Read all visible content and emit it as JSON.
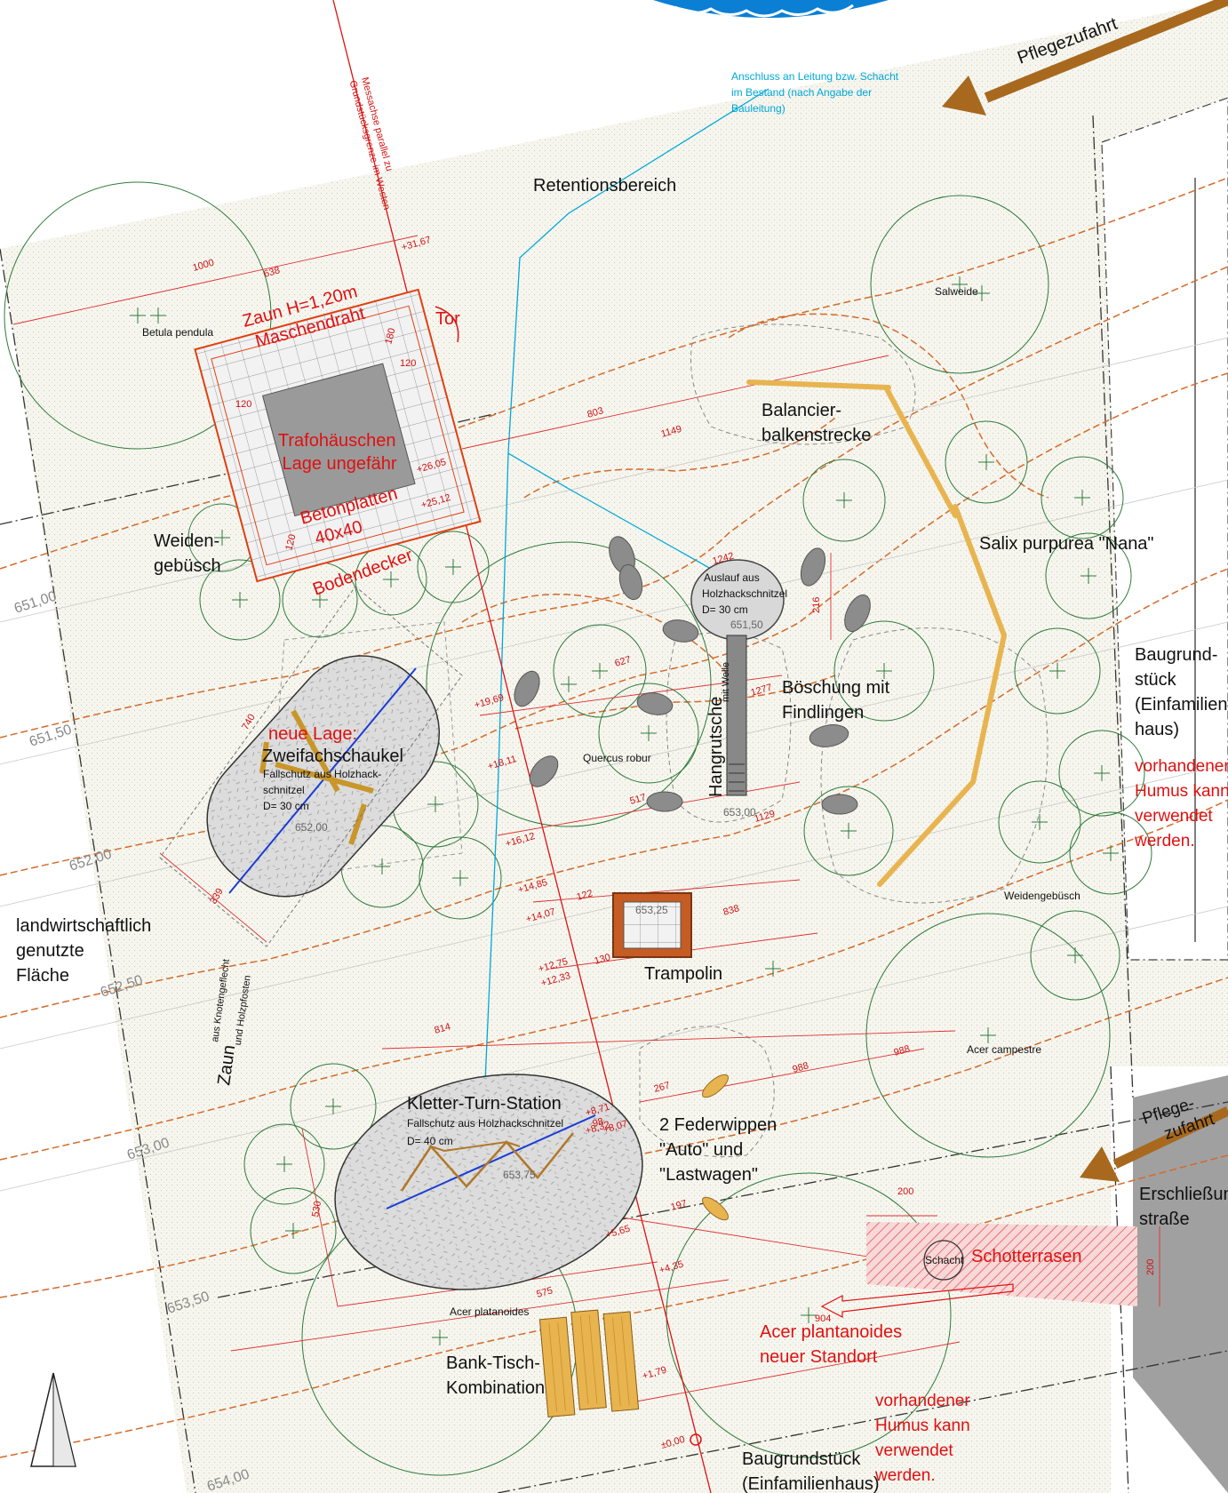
{
  "top_labels": {
    "pflegezufahrt_top": "Pflegezufahrt",
    "anschluss": [
      "Anschluss an Leitung bzw. Schacht",
      "im Bestand (nach Angabe der",
      "Bauleitung)"
    ],
    "messachse": [
      "Messachse parallel zu",
      "Grundstücksgrenze im Westen"
    ],
    "retention": "Retentionsbereich"
  },
  "trafo": {
    "zaun": [
      "Zaun H=1,20m",
      "Maschendraht"
    ],
    "tor": "Tor",
    "haus": [
      "Trafohäuschen",
      "Lage ungefähr"
    ],
    "platten": [
      "Betonplatten",
      "40x40"
    ],
    "bodendecker": "Bodendecker",
    "dims": [
      "180",
      "120",
      "120",
      "120"
    ]
  },
  "trees": {
    "betula": "Betula pendula",
    "salweide": "Salweide",
    "quercus": "Quercus robur",
    "acer_campestre": "Acer campestre",
    "acer_platanoides": "Acer platanoides",
    "weidengebuesch_right": "Weidengebüsch",
    "weidengebuesch_left": [
      "Weiden-",
      "gebüsch"
    ],
    "salix": "Salix purpurea \"Nana\""
  },
  "play": {
    "balancier": [
      "Balancier-",
      "balkenstrecke"
    ],
    "auslauf": [
      "Auslauf aus",
      "Holzhackschnitzel",
      "D= 30 cm"
    ],
    "auslauf_level": "651,50",
    "hangrutsche": "Hangrutsche",
    "hangrutsche_sub": "mit Welle",
    "hangrutsche_level": "653,00",
    "boeschung": [
      "Böschung mit",
      "Findlingen"
    ],
    "neue_lage": "neue Lage:",
    "schaukel": "Zweifachschaukel",
    "schaukel_sub": [
      "Fallschutz aus Holzhack-",
      "schnitzel",
      "D= 30 cm"
    ],
    "schaukel_level": "652,00",
    "trampolin": "Trampolin",
    "trampolin_level": "653,25",
    "kletter": "Kletter-Turn-Station",
    "kletter_sub": [
      "Fallschutz aus Holzhackschnitzel",
      "D= 40 cm"
    ],
    "kletter_level": "653,75",
    "federwippen": [
      "2 Federwippen",
      "\"Auto\" und",
      "\"Lastwagen\""
    ],
    "bank": [
      "Bank-Tisch-",
      "Kombination"
    ]
  },
  "right_side": {
    "baugrund_top": [
      "Baugrund-",
      "stück",
      "(Einfamilien-",
      "haus)"
    ],
    "humus_top": [
      "vorhandener",
      "Humus kann",
      "verwendet",
      "werden."
    ],
    "pflegezufahrt_bottom": [
      "Pflege-",
      "zufahrt"
    ],
    "erschliessung": [
      "Erschließung",
      "straße"
    ],
    "schacht": "Schacht",
    "schotterrasen": "Schotterrasen",
    "acer_new": [
      "Acer plantanoides",
      "neuer Standort"
    ],
    "dim200a": "200",
    "dim200b": "200"
  },
  "bottom": {
    "humus": [
      "vorhandener",
      "Humus kann",
      "verwendet",
      "werden."
    ],
    "baugrund": [
      "Baugrundstück",
      "(Einfamilienhaus)"
    ]
  },
  "left_side": {
    "landwirtschaft": [
      "landwirtschaftlich",
      "genutzte",
      "Fläche"
    ],
    "zaun": "Zaun",
    "zaun_sub": [
      "aus Knotengeflecht",
      "und Holzpfosten"
    ]
  },
  "contours": [
    "651,00",
    "651,50",
    "652,00",
    "652,50",
    "653,00",
    "653,50",
    "654,00"
  ],
  "measures": {
    "distances": [
      "1000",
      "638",
      "803",
      "1149",
      "1242",
      "216",
      "627",
      "1277",
      "517",
      "1129",
      "740",
      "339",
      "122",
      "838",
      "130",
      "814",
      "267",
      "988",
      "988",
      "197",
      "575",
      "904",
      "530",
      "98"
    ],
    "offsets": [
      "+31,67",
      "+26,05",
      "+25,12",
      "+19,69",
      "+18,11",
      "+16,12",
      "+14,85",
      "+14,07",
      "+12,75",
      "+12,33",
      "+8,71",
      "+8,32",
      "+8,07",
      "+5,65",
      "+4,35",
      "+1,79",
      "±0,00"
    ]
  },
  "colors": {
    "contour": "#d46a2a",
    "red": "#e01010",
    "cyan": "#00a8d8",
    "tree": "#2e7a3a",
    "wood": "#e8b450",
    "water": "#0a7fd4",
    "road": "#9a9a9a",
    "arrow": "#a8691f"
  }
}
